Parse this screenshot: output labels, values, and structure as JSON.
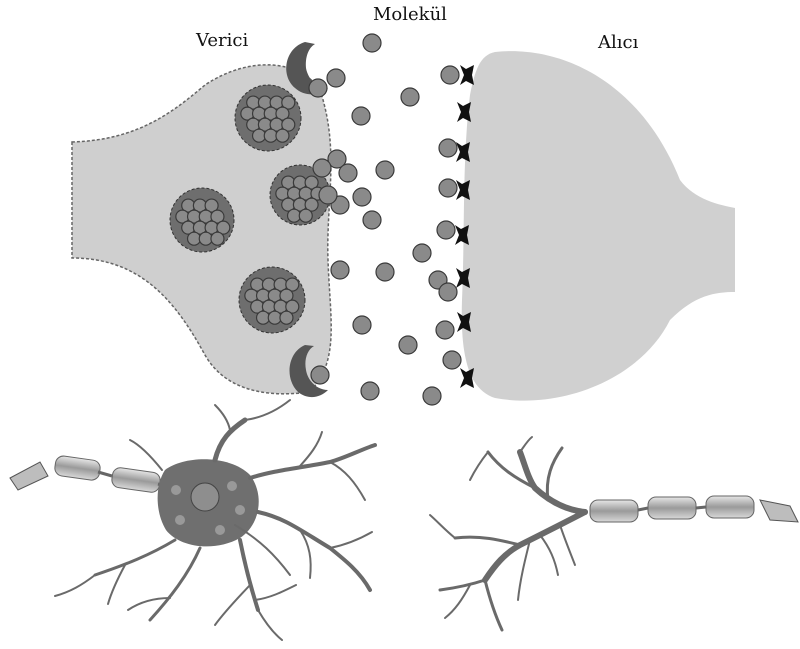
{
  "labels": {
    "sender": "Verici",
    "molecule": "Molekül",
    "receiver": "Alıcı"
  },
  "colors": {
    "terminal_fill": "#cfcfcf",
    "molecule_fill": "#8a8a8a",
    "molecule_stroke": "#3a3a3a",
    "receptor": "#111111",
    "dark_shape": "#555555"
  }
}
